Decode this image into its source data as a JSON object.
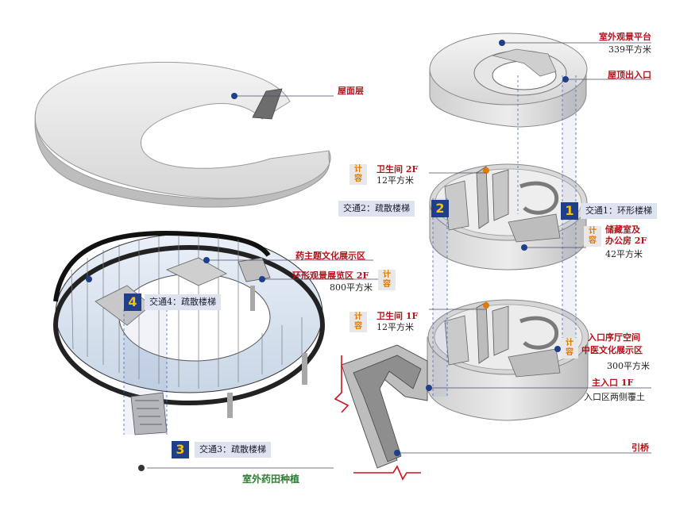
{
  "labels": {
    "roof_layer": "屋面层",
    "outdoor_platform": "室外观景平台",
    "outdoor_platform_area": "339平方米",
    "roof_exit": "屋顶出入口",
    "wc_2f": "卫生间  2F",
    "wc_2f_area": "12平方米",
    "circ2": "交通2：疏散楼梯",
    "circ1": "交通1：环形楼梯",
    "storage": "储藏室及",
    "office": "办公房 2F",
    "storage_area": "42平方米",
    "theme_hall": "药主题文化展示区",
    "ring_gallery": "环形观景展览区  2F",
    "ring_gallery_area": "800平方米",
    "circ4": "交通4：疏散楼梯",
    "wc_1f": "卫生间  1F",
    "wc_1f_area": "12平方米",
    "entry_hall": "入口序厅空间",
    "tcm_hall": "中医文化展示区",
    "entry_area": "300平方米",
    "main_entrance": "主入口 1F",
    "berm": "入口区两侧覆土",
    "bridge": "引桥",
    "circ3": "交通3：疏散楼梯",
    "herb_field": "室外药田种植"
  },
  "badges": {
    "b1": "1",
    "b2": "2",
    "b3": "3",
    "b4": "4"
  },
  "notes": {
    "top": "计",
    "bottom": "容"
  },
  "colors": {
    "red": "#b5121b",
    "badge": "#1f3f8a",
    "badge_text": "#f4c20d",
    "note_text": "#e07a00",
    "herb": "#2e7d32",
    "dot": "#1f3f8a"
  }
}
